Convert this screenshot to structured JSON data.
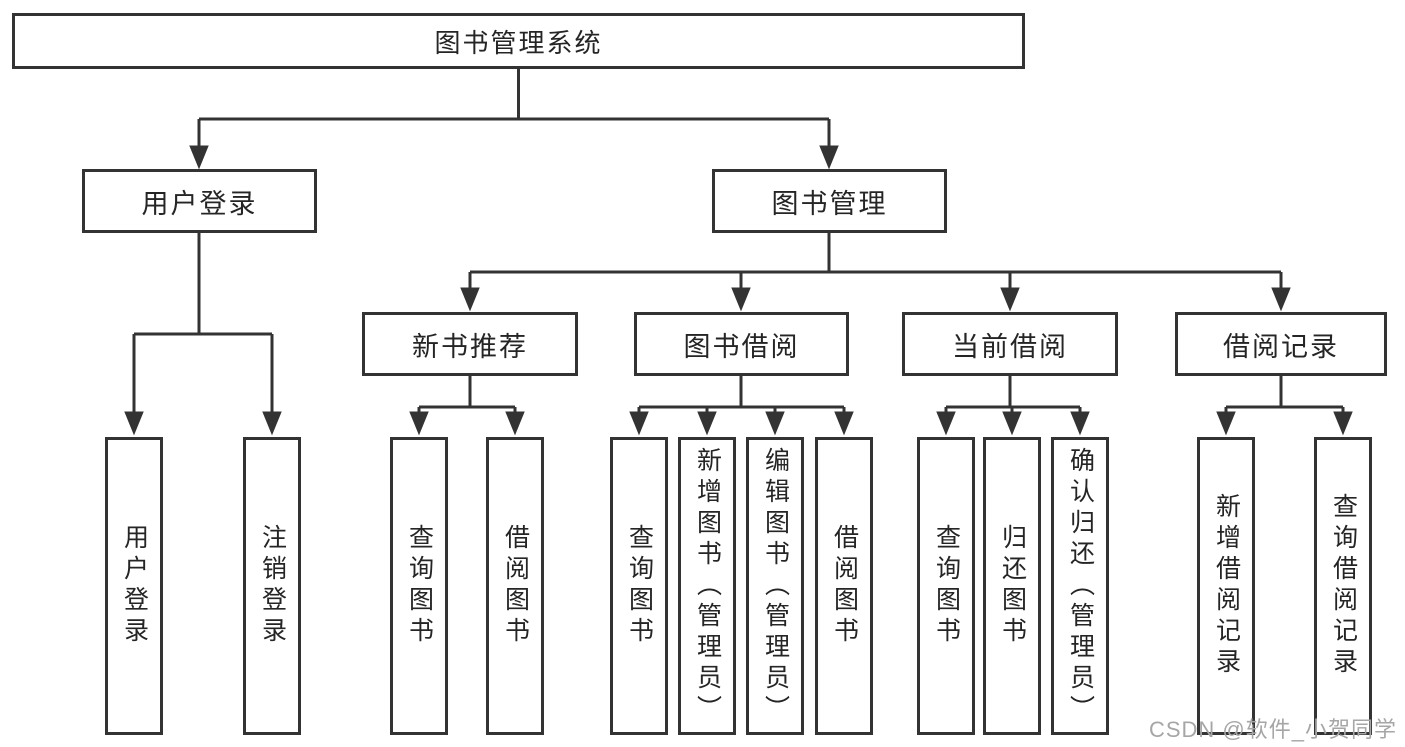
{
  "root": {
    "label": "图书管理系统"
  },
  "level2": [
    {
      "label": "用户登录"
    },
    {
      "label": "图书管理"
    }
  ],
  "level3": [
    {
      "label": "新书推荐"
    },
    {
      "label": "图书借阅"
    },
    {
      "label": "当前借阅"
    },
    {
      "label": "借阅记录"
    }
  ],
  "leaves": [
    {
      "label": "用户登录"
    },
    {
      "label": "注销登录"
    },
    {
      "label": "查询图书"
    },
    {
      "label": "借阅图书"
    },
    {
      "label": "查询图书"
    },
    {
      "label": "新增图书（管理员）"
    },
    {
      "label": "编辑图书（管理员）"
    },
    {
      "label": "借阅图书"
    },
    {
      "label": "查询图书"
    },
    {
      "label": "归还图书"
    },
    {
      "label": "确认归还（管理员）"
    },
    {
      "label": "新增借阅记录"
    },
    {
      "label": "查询借阅记录"
    }
  ],
  "watermark": {
    "text": "CSDN @软件_小贺同学"
  },
  "colors": {
    "line": "#333333",
    "box-bg": "#ffffff",
    "text": "#252525",
    "watermark": "#a6a6a6"
  }
}
